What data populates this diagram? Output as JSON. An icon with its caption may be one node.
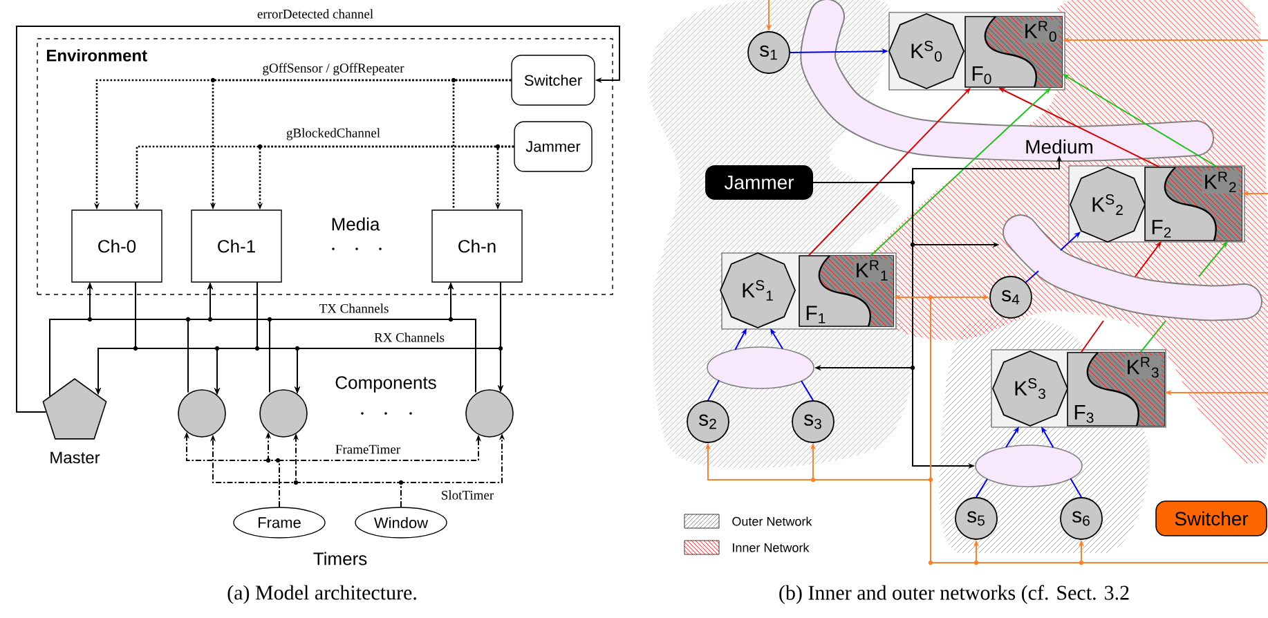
{
  "diagram": {
    "nodes": [
      {
        "text": [
          "Environment"
        ]
      },
      {
        "text": [
          "Switcher"
        ],
        "in": 0
      },
      {
        "text": [
          "Jammer"
        ],
        "in": 0
      },
      {
        "text": [
          "Ch-0"
        ],
        "in": 0
      },
      {
        "text": [
          "Ch-1"
        ],
        "in": 0
      },
      {
        "text": [
          "Ch-n"
        ],
        "in": 0
      },
      {
        "text": [
          "Master"
        ]
      },
      {
        "text": [],
        "shape": "circle"
      },
      {
        "text": [],
        "shape": "circle"
      },
      {
        "text": [],
        "shape": "circle"
      },
      {
        "text": [
          "Frame"
        ]
      },
      {
        "text": [
          "Window"
        ]
      },
      {
        "text": [
          "s$_{1}$"
        ]
      },
      {
        "text": [],
        "shape": "box"
      },
      {
        "text": [
          "K$^{S}$$_{0}$"
        ],
        "in": 13
      },
      {
        "text": [
          "F$_{0}$",
          "K$^{R}$$_{0}$"
        ],
        "in": 13
      },
      {
        "text": [
          "Medium"
        ]
      },
      {
        "text": [
          "Jammer"
        ]
      },
      {
        "text": [],
        "shape": "box"
      },
      {
        "text": [
          "K$^{S}$$_{2}$"
        ],
        "in": 18
      },
      {
        "text": [
          "F$_{2}$",
          "K$^{R}$$_{2}$"
        ],
        "in": 18
      },
      {
        "text": [],
        "shape": "cloud"
      },
      {
        "text": [
          "s$_{4}$"
        ]
      },
      {
        "text": [],
        "shape": "box"
      },
      {
        "text": [
          "K$^{S}$$_{1}$"
        ],
        "in": 23
      },
      {
        "text": [
          "F$_{1}$",
          "K$^{R}$$_{1}$"
        ],
        "in": 23
      },
      {
        "text": [],
        "shape": "cloud"
      },
      {
        "text": [
          "s$_{2}$"
        ]
      },
      {
        "text": [
          "s$_{3}$"
        ]
      },
      {
        "text": [],
        "shape": "box"
      },
      {
        "text": [
          "K$^{S}$$_{3}$"
        ],
        "in": 29
      },
      {
        "text": [
          "F$_{3}$",
          "K$^{R}$$_{3}$"
        ],
        "in": 29
      },
      {
        "text": [],
        "shape": "cloud"
      },
      {
        "text": [
          "s$_{5}$"
        ]
      },
      {
        "text": [
          "s$_{6}$"
        ]
      },
      {
        "text": [
          "Switcher"
        ]
      }
    ],
    "edges": [
      {
        "from": 6,
        "to": 1,
        "arrow": "to",
        "label": "errorDetected channel"
      },
      {
        "from": 1,
        "to": 3,
        "arrow": "to",
        "style": "dashed",
        "label": "gOffSensor / gOffRepeater"
      },
      {
        "from": 1,
        "to": 4,
        "arrow": "to",
        "style": "dashed"
      },
      {
        "from": 1,
        "to": 5,
        "arrow": "none",
        "style": "dashed"
      },
      {
        "from": 2,
        "to": 3,
        "arrow": "to",
        "style": "dashed",
        "label": "gBlockedChannel"
      },
      {
        "from": 2,
        "to": 4,
        "arrow": "to",
        "style": "dashed"
      },
      {
        "from": 2,
        "to": 5,
        "arrow": "to",
        "style": "dashed"
      },
      {
        "from": 6,
        "to": 3,
        "arrow": "to"
      },
      {
        "from": 6,
        "to": 4,
        "arrow": "to"
      },
      {
        "from": 6,
        "to": 5,
        "arrow": "to",
        "label": "TX Channels"
      },
      {
        "from": 7,
        "to": 3,
        "arrow": "to"
      },
      {
        "from": 7,
        "to": 4,
        "arrow": "to"
      },
      {
        "from": 7,
        "to": 5,
        "arrow": "to"
      },
      {
        "from": 8,
        "to": 3,
        "arrow": "to"
      },
      {
        "from": 8,
        "to": 4,
        "arrow": "to"
      },
      {
        "from": 8,
        "to": 5,
        "arrow": "to"
      },
      {
        "from": 9,
        "to": 3,
        "arrow": "to"
      },
      {
        "from": 9,
        "to": 4,
        "arrow": "to"
      },
      {
        "from": 9,
        "to": 5,
        "arrow": "to"
      },
      {
        "from": 3,
        "to": 6,
        "arrow": "to"
      },
      {
        "from": 3,
        "to": 7,
        "arrow": "to"
      },
      {
        "from": 3,
        "to": 8,
        "arrow": "to"
      },
      {
        "from": 3,
        "to": 9,
        "arrow": "to",
        "label": "RX Channels"
      },
      {
        "from": 4,
        "to": 6,
        "arrow": "to"
      },
      {
        "from": 4,
        "to": 7,
        "arrow": "to"
      },
      {
        "from": 4,
        "to": 8,
        "arrow": "to"
      },
      {
        "from": 4,
        "to": 9,
        "arrow": "to"
      },
      {
        "from": 5,
        "to": 6,
        "arrow": "to"
      },
      {
        "from": 5,
        "to": 7,
        "arrow": "to"
      },
      {
        "from": 5,
        "to": 8,
        "arrow": "to"
      },
      {
        "from": 5,
        "to": 9,
        "arrow": "to"
      },
      {
        "from": 10,
        "to": 7,
        "arrow": "to",
        "style": "dashed"
      },
      {
        "from": 10,
        "to": 8,
        "arrow": "to",
        "style": "dashed"
      },
      {
        "from": 10,
        "to": 9,
        "arrow": "to",
        "style": "dashed",
        "label": "FrameTimer"
      },
      {
        "from": 11,
        "to": 7,
        "arrow": "to",
        "style": "dashed"
      },
      {
        "from": 11,
        "to": 8,
        "arrow": "to",
        "style": "dashed"
      },
      {
        "from": 11,
        "to": 9,
        "arrow": "to",
        "style": "dashed",
        "label": "SlotTimer"
      },
      {
        "from": 12,
        "to": 14,
        "arrow": "to",
        "color": "#0000e6"
      },
      {
        "from": 27,
        "to": 26,
        "arrow": "none",
        "color": "#0000e6"
      },
      {
        "from": 28,
        "to": 26,
        "arrow": "none",
        "color": "#0000e6"
      },
      {
        "from": 22,
        "to": 21,
        "arrow": "none",
        "color": "#0000e6"
      },
      {
        "from": 33,
        "to": 32,
        "arrow": "none",
        "color": "#0000e6"
      },
      {
        "from": 34,
        "to": 32,
        "arrow": "none",
        "color": "#0000e6"
      },
      {
        "from": 25,
        "to": 15,
        "arrow": "to",
        "color": "#d40000"
      },
      {
        "from": 20,
        "to": 15,
        "arrow": "to",
        "color": "#d40000"
      },
      {
        "from": 31,
        "to": 21,
        "arrow": "none",
        "color": "#d40000"
      },
      {
        "from": 25,
        "to": 15,
        "arrow": "to",
        "color": "#22c022"
      },
      {
        "from": 20,
        "to": 15,
        "arrow": "to",
        "color": "#22c022"
      },
      {
        "from": 31,
        "to": 21,
        "arrow": "none",
        "color": "#22c022"
      },
      {
        "from": 17,
        "to": 16,
        "arrow": "to"
      },
      {
        "from": 17,
        "to": 21,
        "arrow": "to"
      },
      {
        "from": 17,
        "to": 26,
        "arrow": "to"
      },
      {
        "from": 17,
        "to": 32,
        "arrow": "to"
      },
      {
        "from": null,
        "to": 12,
        "arrow": "to",
        "color": "#ff7f2a"
      },
      {
        "from": null,
        "to": 15,
        "arrow": "to",
        "color": "#ff7f2a"
      },
      {
        "from": null,
        "to": 20,
        "arrow": "to",
        "color": "#ff7f2a"
      },
      {
        "from": null,
        "to": 31,
        "arrow": "to",
        "color": "#ff7f2a"
      },
      {
        "from": null,
        "to": 25,
        "arrow": "to",
        "color": "#ff7f2a"
      },
      {
        "from": null,
        "to": 22,
        "arrow": "to",
        "color": "#ff7f2a"
      },
      {
        "from": null,
        "to": 27,
        "arrow": "to",
        "color": "#ff7f2a"
      },
      {
        "from": null,
        "to": 28,
        "arrow": "to",
        "color": "#ff7f2a"
      },
      {
        "from": null,
        "to": 33,
        "arrow": "to",
        "color": "#ff7f2a"
      },
      {
        "from": null,
        "to": 34,
        "arrow": "to",
        "color": "#ff7f2a"
      },
      {
        "from": 26,
        "to": 24,
        "arrow": "to",
        "color": "#0000e6"
      },
      {
        "from": 26,
        "to": 24,
        "arrow": "to",
        "color": "#0000e6"
      },
      {
        "from": 21,
        "to": 19,
        "arrow": "to",
        "color": "#0000e6"
      },
      {
        "from": 32,
        "to": 30,
        "arrow": "to",
        "color": "#0000e6"
      },
      {
        "from": 32,
        "to": 30,
        "arrow": "to",
        "color": "#0000e6"
      },
      {
        "from": 21,
        "to": 20,
        "arrow": "to",
        "color": "#d40000"
      },
      {
        "from": 21,
        "to": 20,
        "arrow": "to",
        "color": "#22c022"
      }
    ],
    "labels": [
      "Media",
      "Components",
      "Timers",
      "(a) Model architecture.",
      "(b) Inner and outer networks (cf. Sect. 3.2"
    ],
    "legend": [
      {
        "text": "Outer Network"
      },
      {
        "text": "Inner Network"
      }
    ]
  }
}
